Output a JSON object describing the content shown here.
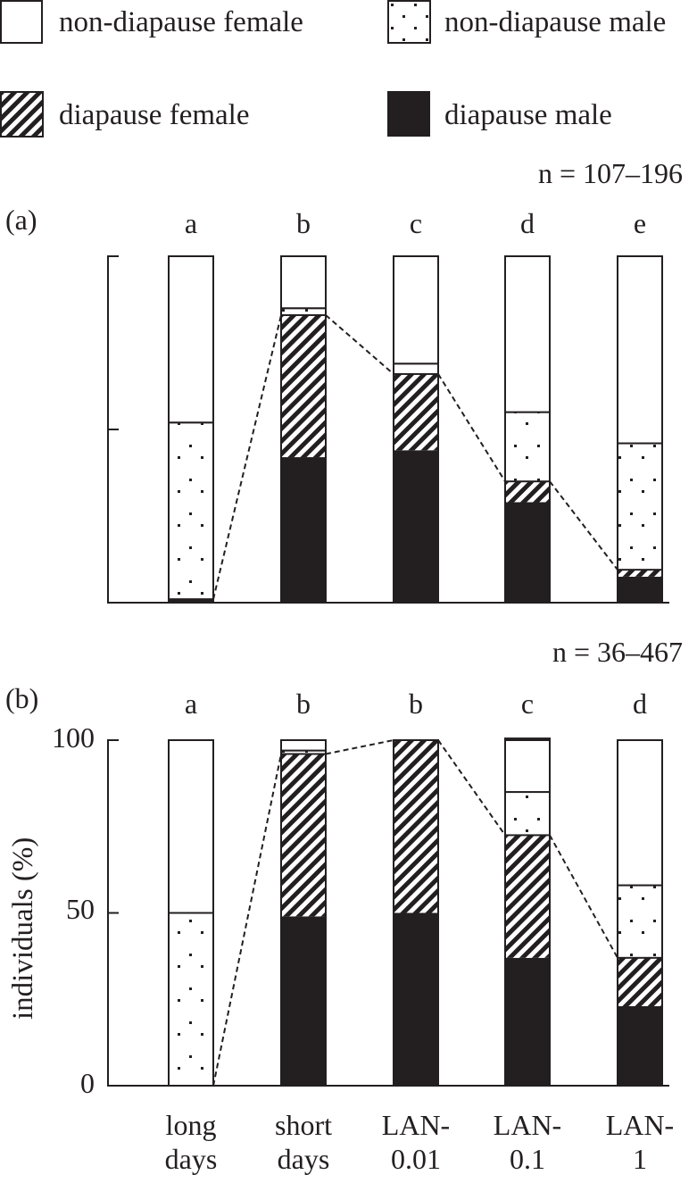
{
  "legend": {
    "items": [
      {
        "key": "nd_female",
        "label": "non-diapause female",
        "pattern": "white"
      },
      {
        "key": "nd_male",
        "label": "non-diapause male",
        "pattern": "dots"
      },
      {
        "key": "d_female",
        "label": "diapause female",
        "pattern": "diagonal-hatch"
      },
      {
        "key": "d_male",
        "label": "diapause male",
        "pattern": "solid-black"
      }
    ]
  },
  "panels": [
    {
      "label": "(a)",
      "n": "n = 107–196",
      "letters": [
        "a",
        "b",
        "c",
        "d",
        "e"
      ]
    },
    {
      "label": "(b)",
      "n": "n = 36–467",
      "letters": [
        "a",
        "b",
        "b",
        "c",
        "d"
      ]
    }
  ],
  "axis": {
    "ylabel": "individuals (%)",
    "ticks": [
      "0",
      "50",
      "100"
    ]
  },
  "categories": [
    {
      "line1": "long",
      "line2": "days"
    },
    {
      "line1": "short",
      "line2": "days"
    },
    {
      "line1": "LAN-",
      "line2": "0.01"
    },
    {
      "line1": "LAN-",
      "line2": "0.1"
    },
    {
      "line1": "LAN-",
      "line2": "1"
    }
  ],
  "chart_data": [
    {
      "type": "bar",
      "stacked": true,
      "panel": "(a)",
      "annotation": "n = 107–196",
      "significance_letters": [
        "a",
        "b",
        "c",
        "d",
        "e"
      ],
      "categories": [
        "long days",
        "short days",
        "LAN-0.01",
        "LAN-0.1",
        "LAN-1"
      ],
      "series": [
        {
          "name": "diapause male",
          "values": [
            1,
            42,
            44,
            29,
            7.5
          ]
        },
        {
          "name": "diapause female",
          "values": [
            0,
            41,
            22,
            6,
            2
          ]
        },
        {
          "name": "non-diapause male",
          "values": [
            51,
            2,
            3,
            20,
            36.5
          ]
        },
        {
          "name": "non-diapause female",
          "values": [
            48,
            15,
            31,
            45,
            54
          ]
        }
      ],
      "ylabel": "individuals (%)",
      "ylim": [
        0,
        100
      ],
      "dashed_line": "connects top of diapause (male+female) stacks",
      "grid": false
    },
    {
      "type": "bar",
      "stacked": true,
      "panel": "(b)",
      "annotation": "n = 36–467",
      "significance_letters": [
        "a",
        "b",
        "b",
        "c",
        "d"
      ],
      "categories": [
        "long days",
        "short days",
        "LAN-0.01",
        "LAN-0.1",
        "LAN-1"
      ],
      "series": [
        {
          "name": "diapause male",
          "values": [
            0,
            49,
            50,
            37,
            23
          ]
        },
        {
          "name": "diapause female",
          "values": [
            0,
            47,
            50,
            35.5,
            14
          ]
        },
        {
          "name": "non-diapause male",
          "values": [
            50,
            1,
            0,
            12.5,
            21
          ]
        },
        {
          "name": "non-diapause female",
          "values": [
            50,
            3,
            0,
            15.5,
            42
          ]
        }
      ],
      "ylabel": "individuals (%)",
      "yticks": [
        0,
        50,
        100
      ],
      "ylim": [
        0,
        100
      ],
      "dashed_line": "connects top of diapause (male+female) stacks",
      "grid": false
    }
  ]
}
